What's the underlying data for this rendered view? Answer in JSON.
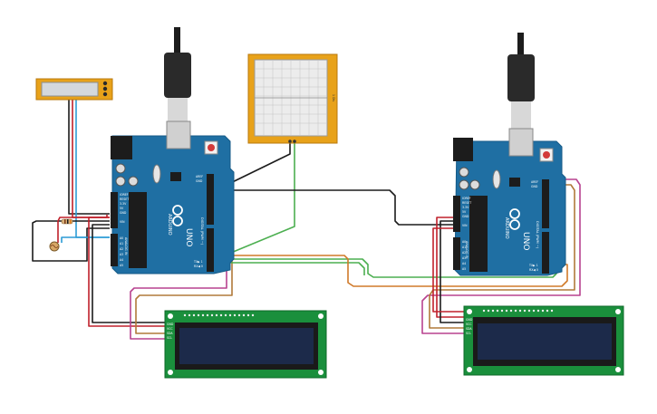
{
  "board_labels": {
    "brand": "ARDUINO",
    "model": "UNO",
    "digital_header": "DIGITAL (PWM ~)",
    "analog_header": "ANALOG IN",
    "power_header": "POWER",
    "pin_aref": "AREF",
    "pin_gnd": "GND",
    "pin_tx": "TX▶ 1",
    "pin_rx": "RX◀ 0",
    "pin_a0": "A0",
    "pin_a1": "A1",
    "pin_a2": "A2",
    "pin_a3": "A3",
    "pin_a4": "A4",
    "pin_a5": "A5",
    "pin_ioref": "IOREF",
    "pin_reset": "RESET",
    "pin_33v": "3.3V",
    "pin_5v": "5V",
    "pin_vin": "VIN"
  },
  "lcd_labels": {
    "gnd": "GND",
    "vcc": "VCC",
    "sda": "SDA",
    "scl": "SCL"
  },
  "oscilloscope_label": "1 Div",
  "colors": {
    "board": "#1f6fa3",
    "header": "#1c1c1c",
    "lcd_pcb": "#1a8f3c",
    "lcd_screen": "#1c2a4a",
    "module": "#e8a21a",
    "wire_black": "#1c1c1c",
    "wire_red": "#c0212b",
    "wire_green": "#4caf50",
    "wire_orange": "#d07a2a",
    "wire_magenta": "#b8428f",
    "wire_cyan": "#2d9cd6",
    "wire_tan": "#b07a3a"
  }
}
